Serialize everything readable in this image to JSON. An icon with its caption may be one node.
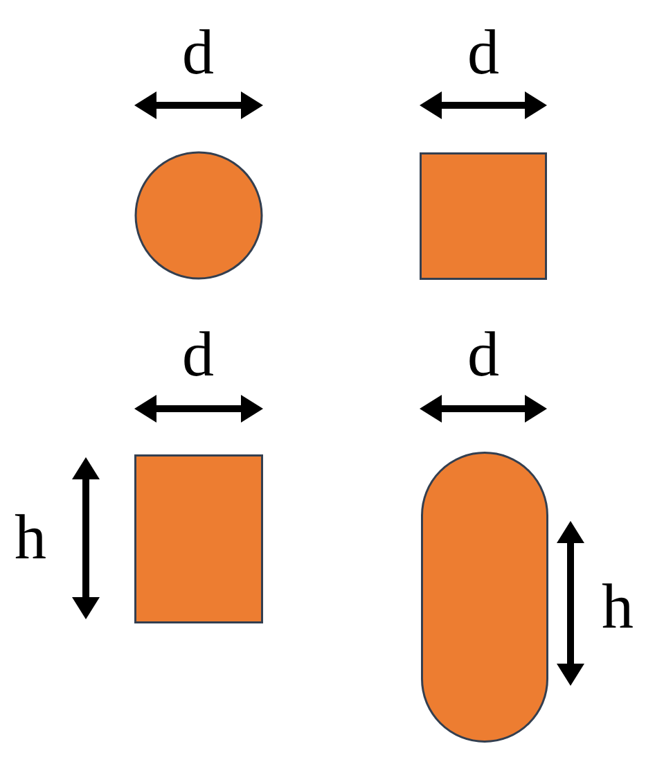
{
  "diagram": {
    "nodes": [
      {
        "text": [],
        "shape": "circle"
      },
      {
        "text": [],
        "shape": "box"
      },
      {
        "text": [],
        "shape": "box"
      },
      {
        "text": [],
        "shape": "capsule"
      }
    ],
    "labels": [
      "d",
      "d",
      "d",
      "h",
      "d",
      "h"
    ]
  }
}
